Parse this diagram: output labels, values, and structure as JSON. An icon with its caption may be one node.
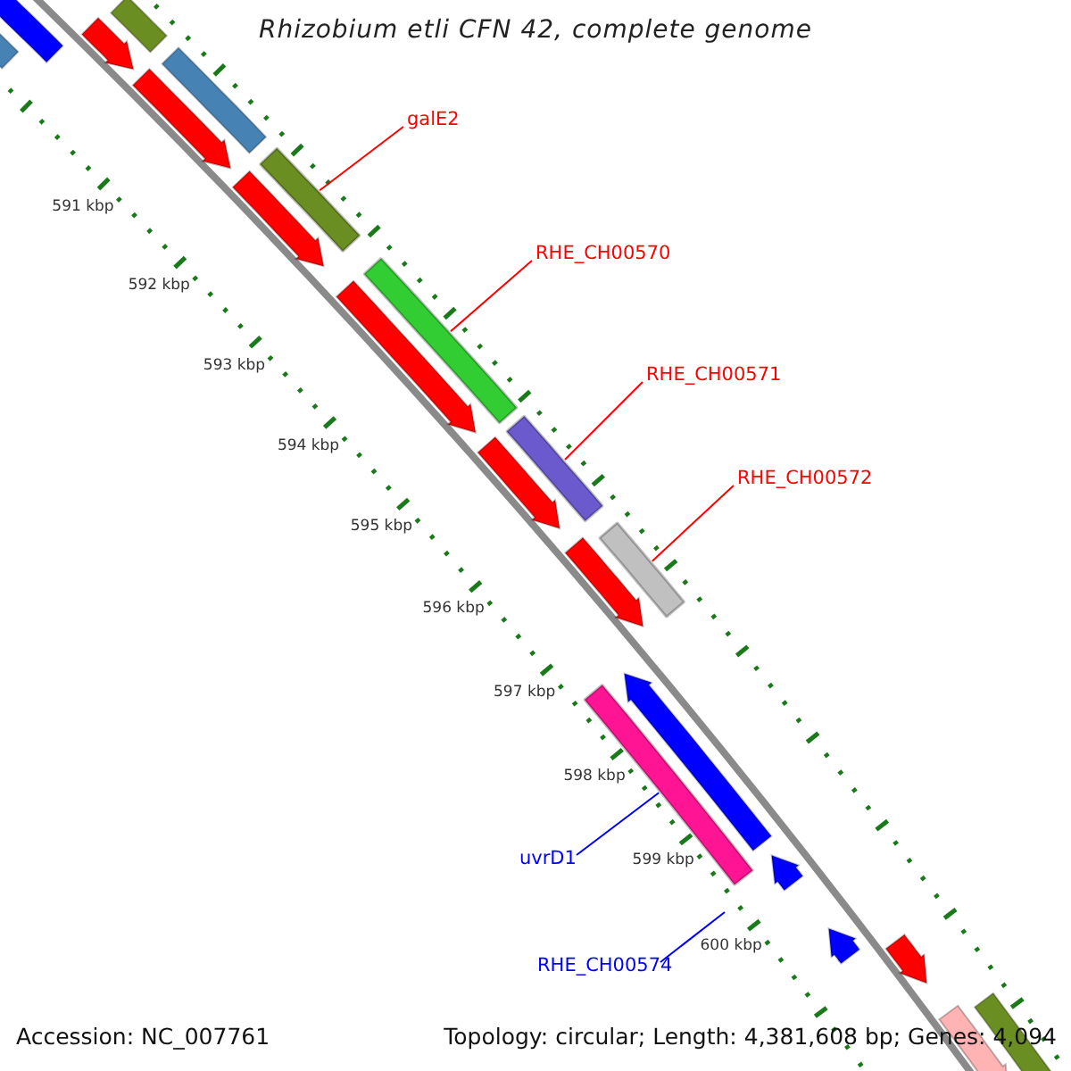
{
  "diagram": {
    "title": "Rhizobium etli CFN 42, complete genome",
    "nodes": [
      {
        "text": [
          "galE2"
        ]
      },
      {
        "text": [],
        "shape": "bar"
      },
      {
        "text": [
          "RHE_CH00570"
        ]
      },
      {
        "text": [],
        "shape": "bar"
      },
      {
        "text": [
          "RHE_CH00571"
        ]
      },
      {
        "text": [],
        "shape": "bar"
      },
      {
        "text": [
          "RHE_CH00572"
        ]
      },
      {
        "text": [],
        "shape": "bar"
      },
      {
        "text": [
          "uvrD1"
        ]
      },
      {
        "text": [],
        "shape": "bar"
      },
      {
        "text": [
          "RHE_CH00574"
        ]
      }
    ],
    "edges": [
      {
        "from": 0,
        "to": 1,
        "arrow": "none"
      },
      {
        "from": 2,
        "to": 3,
        "arrow": "none"
      },
      {
        "from": 4,
        "to": 5,
        "arrow": "none"
      },
      {
        "from": 6,
        "to": 7,
        "arrow": "none"
      },
      {
        "from": 8,
        "to": 9,
        "arrow": "none",
        "color": "#0000ff"
      },
      {
        "from": 10,
        "to": null,
        "arrow": "none",
        "color": "#0000ff"
      }
    ],
    "labels": [
      "591 kbp",
      "592 kbp",
      "593 kbp",
      "594 kbp",
      "595 kbp",
      "596 kbp",
      "597 kbp",
      "598 kbp",
      "599 kbp",
      "600 kbp",
      "Accession: NC_007761",
      "Topology: circular; Length: 4,381,608 bp; Genes: 4,094"
    ]
  }
}
